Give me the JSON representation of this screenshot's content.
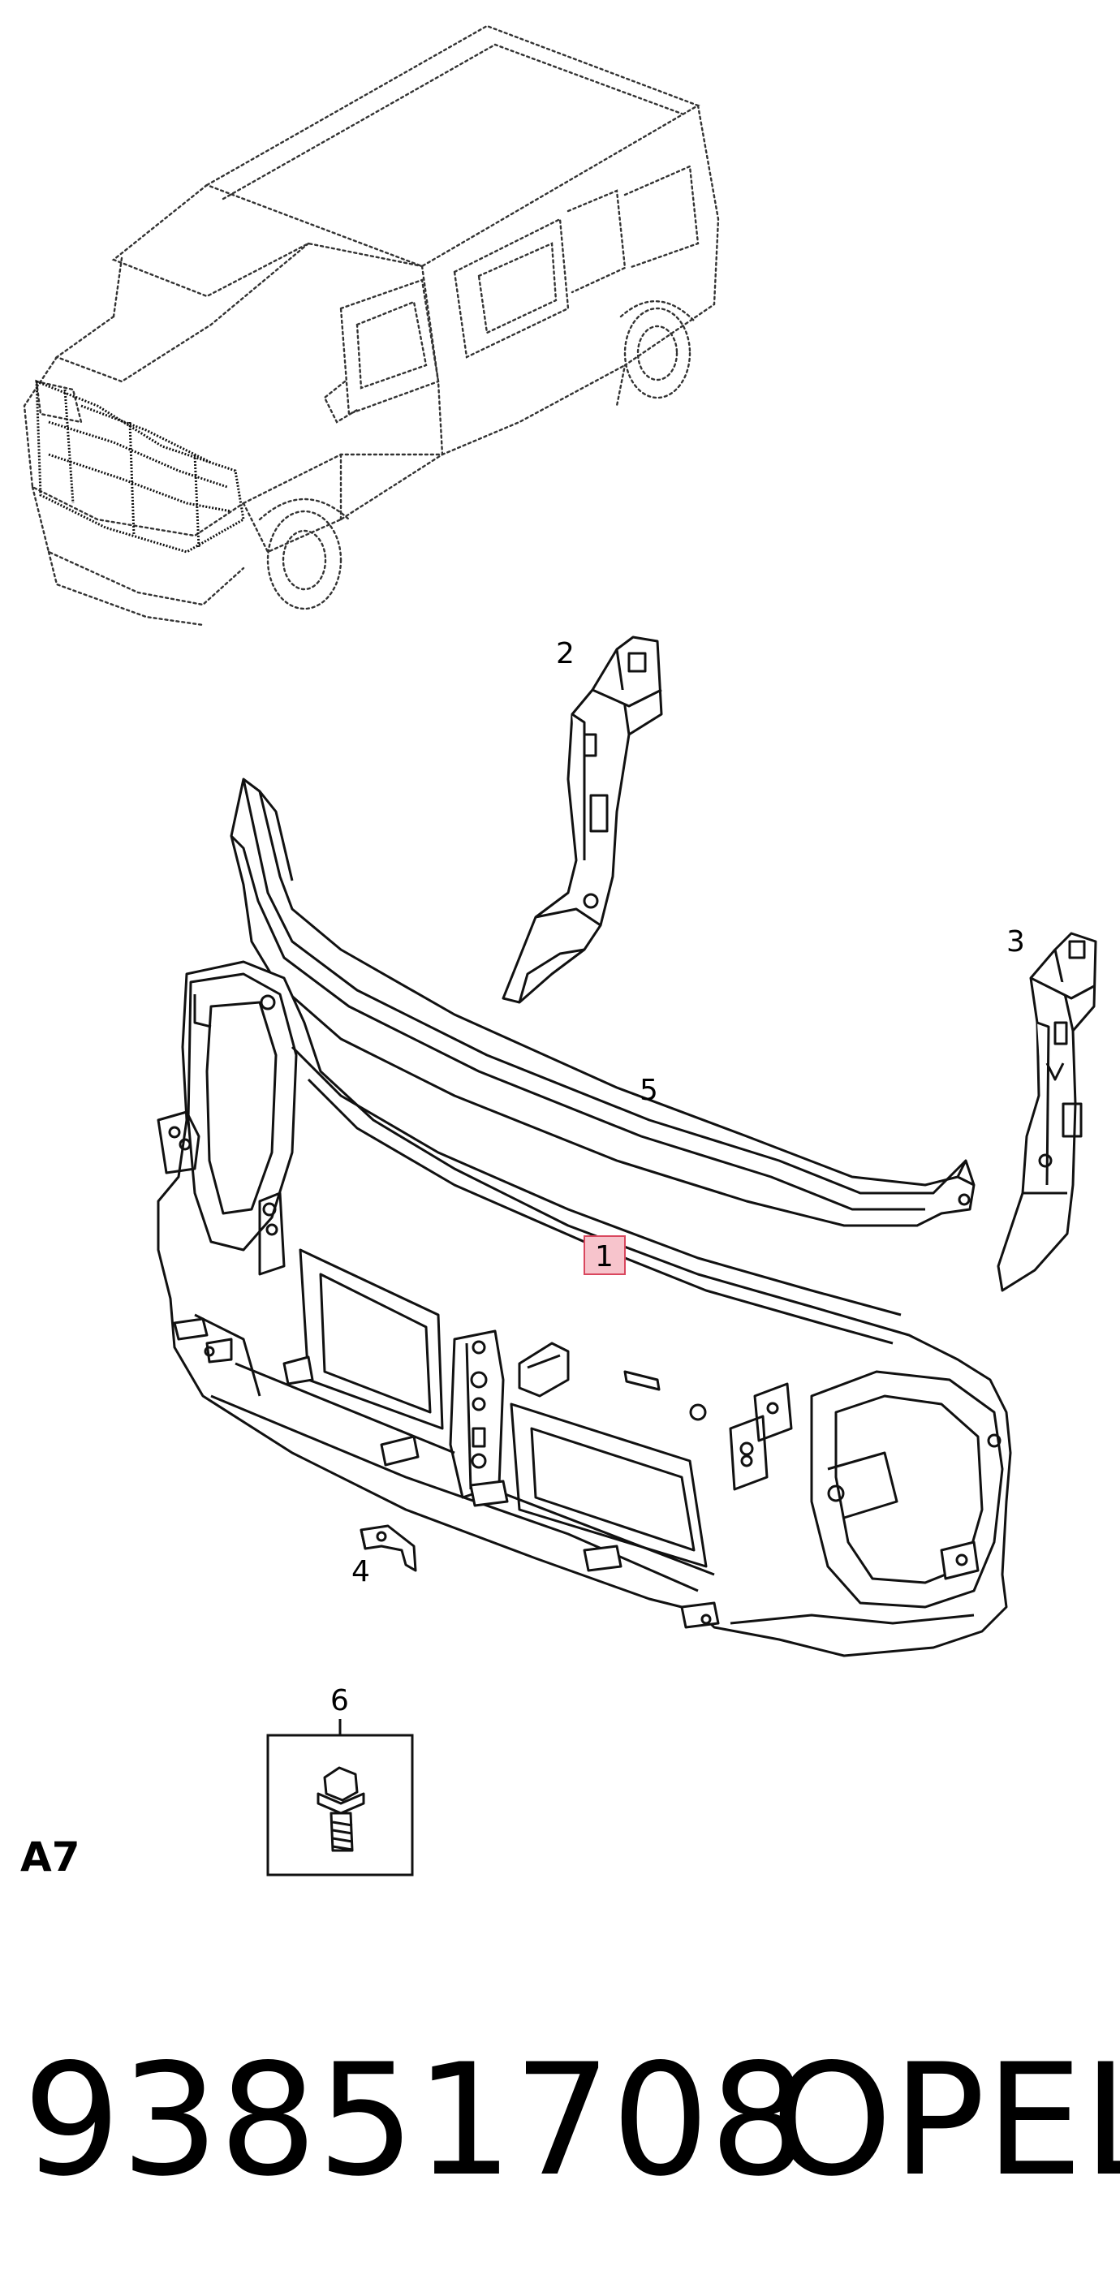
{
  "diagram": {
    "callouts": [
      {
        "id": "1",
        "label": "1",
        "highlighted": true
      },
      {
        "id": "2",
        "label": "2"
      },
      {
        "id": "3",
        "label": "3"
      },
      {
        "id": "4",
        "label": "4"
      },
      {
        "id": "5",
        "label": "5"
      },
      {
        "id": "6",
        "label": "6"
      }
    ],
    "section_code": "A7",
    "highlight_color": "#f7c4cc",
    "highlight_border": "#d9475e"
  },
  "footer": {
    "part_number": "93851708",
    "brand": "OPEL"
  }
}
